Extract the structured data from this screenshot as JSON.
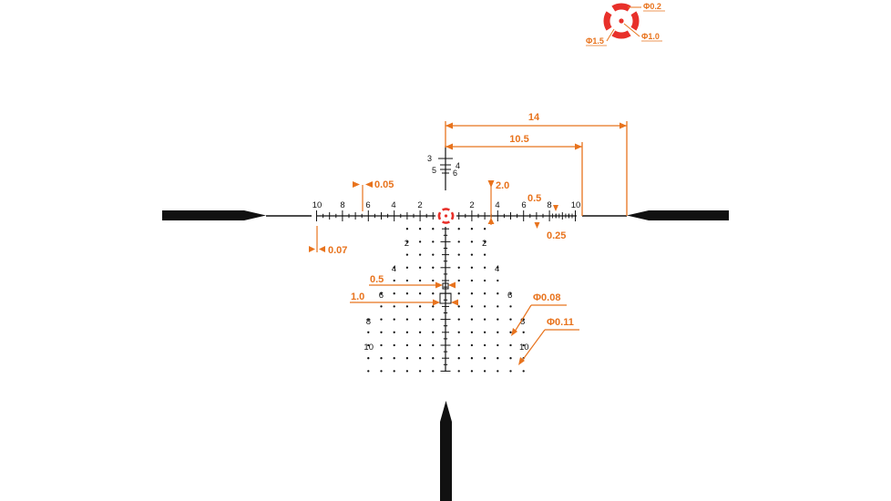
{
  "colors": {
    "accent": "#e8731d",
    "dot_red": "#e8302a",
    "ink": "#111111"
  },
  "inset": {
    "outer_label": "Φ0.2",
    "inner_label": "Φ1.0",
    "left_label": "Φ1.5"
  },
  "dimensions": {
    "top_width": "14",
    "mid_width": "10.5",
    "hash_width": "0.05",
    "offset": "0.07",
    "arrow_2": "2.0",
    "half": "0.5",
    "quarter": "0.25",
    "box_small": "0.5",
    "box_large": "1.0",
    "dot_small": "Φ0.08",
    "dot_large": "Φ0.11"
  },
  "upper_scale": {
    "top": "3",
    "right_upper": "4",
    "left_lower": "5",
    "right_lower": "6"
  },
  "horizontal_scale": {
    "left_labels": [
      "10",
      "8",
      "6",
      "4",
      "2"
    ],
    "right_labels": [
      "2",
      "4",
      "6",
      "8",
      "10"
    ]
  },
  "vertical_scale": {
    "left_labels": [
      "2",
      "4",
      "6",
      "8",
      "10"
    ],
    "right_labels": [
      "2",
      "4",
      "6",
      "8",
      "10"
    ]
  }
}
